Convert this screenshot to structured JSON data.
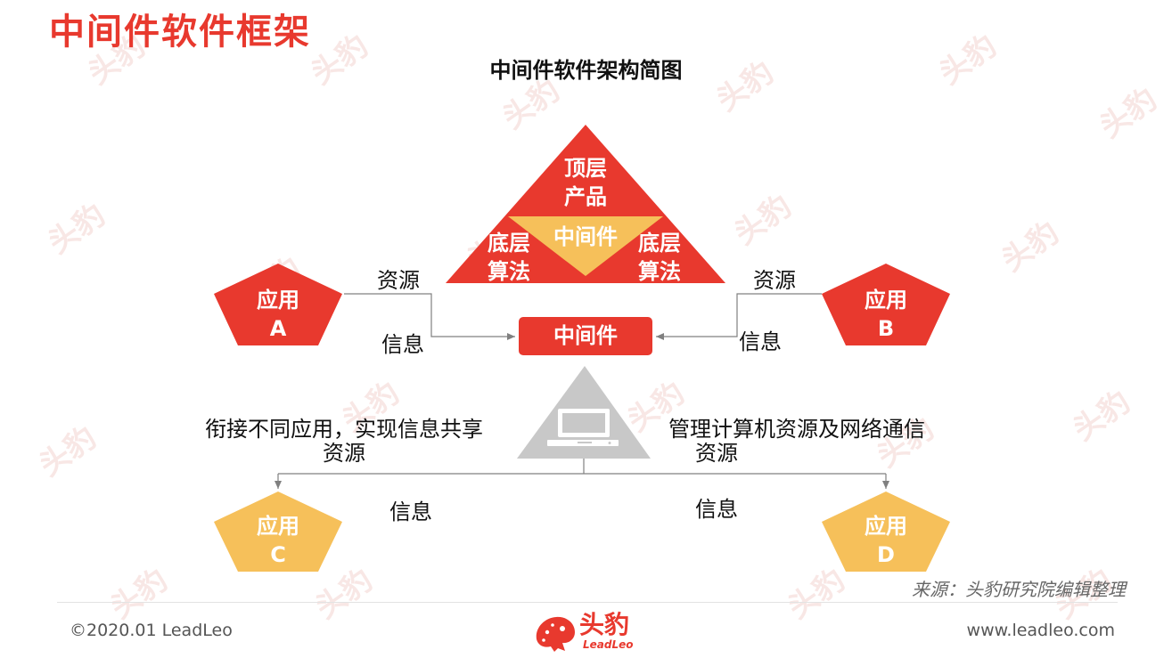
{
  "page_title": "中间件软件框架",
  "diagram_title": "中间件软件架构简图",
  "pyramid": {
    "top": [
      "顶层",
      "产品"
    ],
    "middle": "中间件",
    "bottom_left": [
      "底层",
      "算法"
    ],
    "bottom_right": [
      "底层",
      "算法"
    ]
  },
  "middleware_box": "中间件",
  "apps": {
    "a": [
      "应用",
      "A"
    ],
    "b": [
      "应用",
      "B"
    ],
    "c": [
      "应用",
      "C"
    ],
    "d": [
      "应用",
      "D"
    ]
  },
  "edge_labels": {
    "a_resource": "资源",
    "a_info": "信息",
    "b_resource": "资源",
    "b_info": "信息",
    "c_info": "信息",
    "d_info": "信息"
  },
  "descriptions": {
    "left": [
      "衔接不同应用，实现信息共享",
      "资源"
    ],
    "right": [
      "管理计算机资源及网络通信",
      "资源"
    ]
  },
  "source_note": "来源：头豹研究院编辑整理",
  "footer": {
    "copyright": "©2020.01 LeadLeo",
    "url": "www.leadleo.com",
    "logo_text": "头豹",
    "logo_sub": "LeadLeo"
  },
  "watermark": {
    "text": "头豹"
  },
  "colors": {
    "red": "#e8392e",
    "yellow": "#f6c05a",
    "grey": "#c8c8c8",
    "connector": "#808080"
  },
  "icons": {
    "computer": "computer-icon",
    "logo": "leopard-logo-icon"
  }
}
